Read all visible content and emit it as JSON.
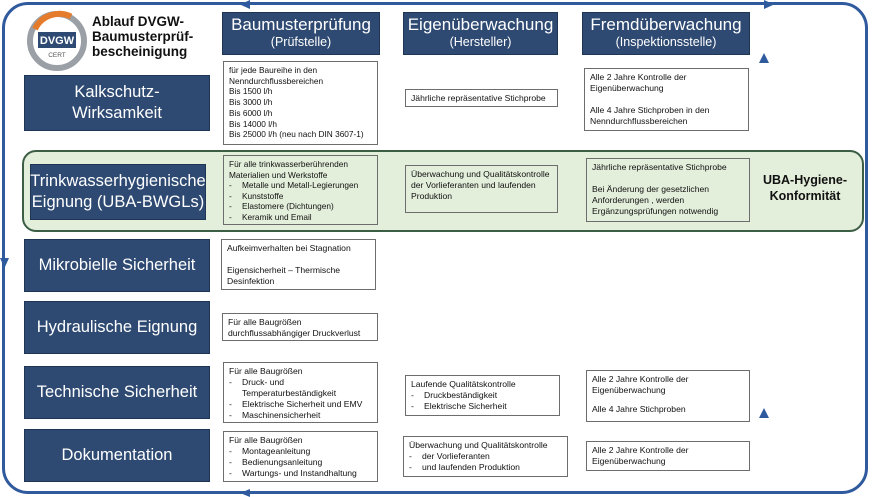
{
  "logo": {
    "brand": "DVGW",
    "cert": "CERT"
  },
  "title": "Ablauf DVGW-Baumusterprüf-bescheinigung",
  "columns": [
    {
      "title": "Baumusterprüfung",
      "subtitle": "(Prüfstelle)"
    },
    {
      "title": "Eigenüberwachung",
      "subtitle": "(Hersteller)"
    },
    {
      "title": "Fremdüberwachung",
      "subtitle": "(Inspektionsstelle)"
    }
  ],
  "rows": [
    {
      "label": "Kalkschutz-Wirksamkeit"
    },
    {
      "label": "Trinkwasserhygienische Eignung (UBA-BWGLs)"
    },
    {
      "label": "Mikrobielle Sicherheit"
    },
    {
      "label": "Hydraulische Eignung"
    },
    {
      "label": "Technische Sicherheit"
    },
    {
      "label": "Dokumentation"
    }
  ],
  "highlight_label": "UBA-Hygiene-Konformität",
  "cells": {
    "kalk_bmp": {
      "lead": "für jede Baureihe in den Nenndurchflussbereichen",
      "lines": [
        "Bis 1500 l/h",
        "Bis 3000 l/h",
        "Bis 6000 l/h",
        "Bis 14000 l/h",
        "Bis 25000 l/h (neu nach DIN 3607-1)"
      ]
    },
    "kalk_eigen": {
      "text": "Jährliche repräsentative Stichprobe"
    },
    "kalk_fremd": {
      "p1": "Alle 2 Jahre Kontrolle der Eigenüberwachung",
      "p2": "Alle 4 Jahre Stichproben in den Nenndurchflussbereichen"
    },
    "trink_bmp": {
      "lead": "Für alle trinkwasserberührenden Materialien und Werkstoffe",
      "items": [
        "Metalle und Metall-Legierungen",
        "Kunststoffe",
        "Elastomere (Dichtungen)",
        "Keramik und Email"
      ]
    },
    "trink_eigen": {
      "text": "Überwachung und Qualitätskontrolle der Vorlieferanten und laufenden Produktion"
    },
    "trink_fremd": {
      "p1": "Jährliche repräsentative  Stichprobe",
      "p2": "Bei Änderung der gesetzlichen Anforderungen , werden Ergänzungsprüfungen notwendig"
    },
    "mikro_bmp": {
      "p1": "Aufkeimverhalten bei Stagnation",
      "p2": "Eigensicherheit – Thermische Desinfektion"
    },
    "hydr_bmp": {
      "text": "Für alle Baugrößen durchflussabhängiger Druckverlust"
    },
    "tech_bmp": {
      "lead": "Für alle Baugrößen",
      "items": [
        "Druck- und Temperaturbeständigkeit",
        "Elektrische Sicherheit  und EMV",
        "Maschinensicherheit"
      ]
    },
    "tech_eigen": {
      "lead": "Laufende Qualitätskontrolle",
      "items": [
        "Druckbeständigkeit",
        "Elektrische Sicherheit"
      ]
    },
    "tech_fremd": {
      "p1": "Alle 2 Jahre Kontrolle der Eigenüberwachung",
      "p2": "Alle 4 Jahre Stichproben"
    },
    "doku_bmp": {
      "lead": "Für alle Baugrößen",
      "items": [
        "Montageanleitung",
        "Bedienungsanleitung",
        "Wartungs- und Instandhaltung"
      ]
    },
    "doku_eigen": {
      "lead": "Überwachung und Qualitätskontrolle",
      "items": [
        "der Vorlieferanten",
        "und laufenden Produktion"
      ]
    },
    "doku_fremd": {
      "text": "Alle 2 Jahre Kontrolle der Eigenüberwachung"
    }
  },
  "colors": {
    "navy": "#2e4a72",
    "frame_blue": "#2f5a9e",
    "band_green": "#e3eedb",
    "band_border": "#3b5e45",
    "logo_orange": "#e57c2b"
  }
}
